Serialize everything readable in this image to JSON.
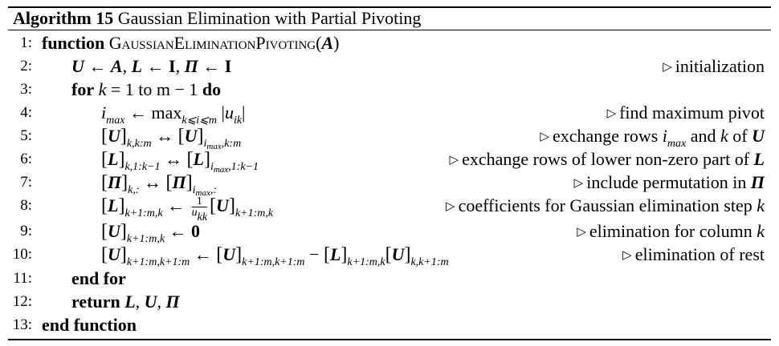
{
  "algorithm": {
    "label": "Algorithm 15",
    "title": "Gaussian Elimination with Partial Pivoting"
  },
  "lines": [
    {
      "num": "1:",
      "kw": "function",
      "name": "GaussianEliminationPivoting",
      "arg": "A"
    },
    {
      "num": "2:",
      "comment": "initialization"
    },
    {
      "num": "3:",
      "kw_for": "for",
      "range": "1 to m − 1",
      "kw_do": "do"
    },
    {
      "num": "4:",
      "comment": "find maximum pivot"
    },
    {
      "num": "5:",
      "comment_a": "exchange rows",
      "comment_b": "and",
      "comment_c": "of"
    },
    {
      "num": "6:",
      "comment": "exchange rows of lower non-zero part of"
    },
    {
      "num": "7:",
      "comment": "include permutation in"
    },
    {
      "num": "8:",
      "comment": "coefficients for Gaussian elimination step"
    },
    {
      "num": "9:",
      "comment": "elimination for column"
    },
    {
      "num": "10:",
      "comment": "elimination of rest"
    },
    {
      "num": "11:",
      "kw": "end for"
    },
    {
      "num": "12:",
      "kw": "return"
    },
    {
      "num": "13:",
      "kw": "end function"
    }
  ]
}
